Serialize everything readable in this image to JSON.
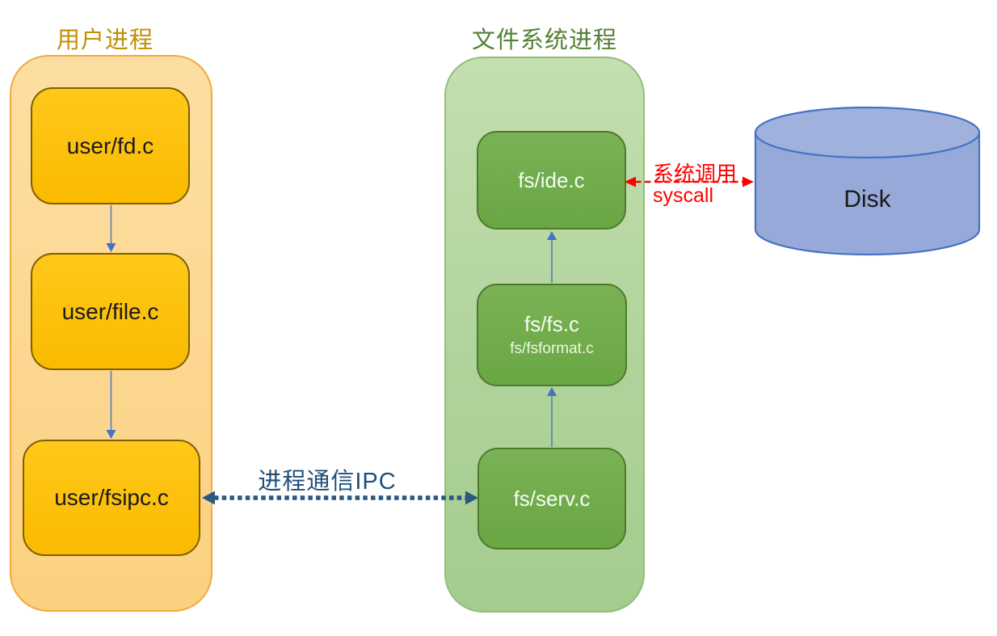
{
  "diagram": {
    "user_process": {
      "title": "用户进程",
      "boxes": [
        {
          "label": "user/fd.c"
        },
        {
          "label": "user/file.c"
        },
        {
          "label": "user/fsipc.c"
        }
      ],
      "flow_direction": "down"
    },
    "fs_process": {
      "title": "文件系统进程",
      "boxes": [
        {
          "label": "fs/ide.c"
        },
        {
          "label": "fs/fs.c",
          "sublabel": "fs/fsformat.c"
        },
        {
          "label": "fs/serv.c"
        }
      ],
      "flow_direction": "up"
    },
    "disk": {
      "label": "Disk"
    },
    "connections": {
      "ipc": {
        "label": "进程通信IPC",
        "from": "user/fsipc.c",
        "to": "fs/serv.c",
        "style": "dotted-double-arrow",
        "color": "#2A5783"
      },
      "syscall": {
        "label_cn": "系统调用",
        "label_en": "syscall",
        "from": "fs/ide.c",
        "to": "Disk",
        "style": "dashed-double-arrow",
        "color": "#FF0000"
      }
    },
    "colors": {
      "user_title": "#BF9000",
      "user_container_fill": "#FDD791",
      "user_container_border": "#F3A93C",
      "user_box_fill": "#FFC000",
      "user_box_border": "#7F6000",
      "fs_title": "#538135",
      "fs_container_fill": "#B0D39B",
      "fs_container_border": "#92BF77",
      "fs_box_fill": "#70AD47",
      "fs_box_border": "#4E7A2E",
      "flow_arrow_blue": "#4472C4",
      "ipc_text_blue": "#1F4E79",
      "syscall_red": "#FF0000",
      "disk_fill": "#97A9D8",
      "disk_border": "#4472C4"
    }
  }
}
